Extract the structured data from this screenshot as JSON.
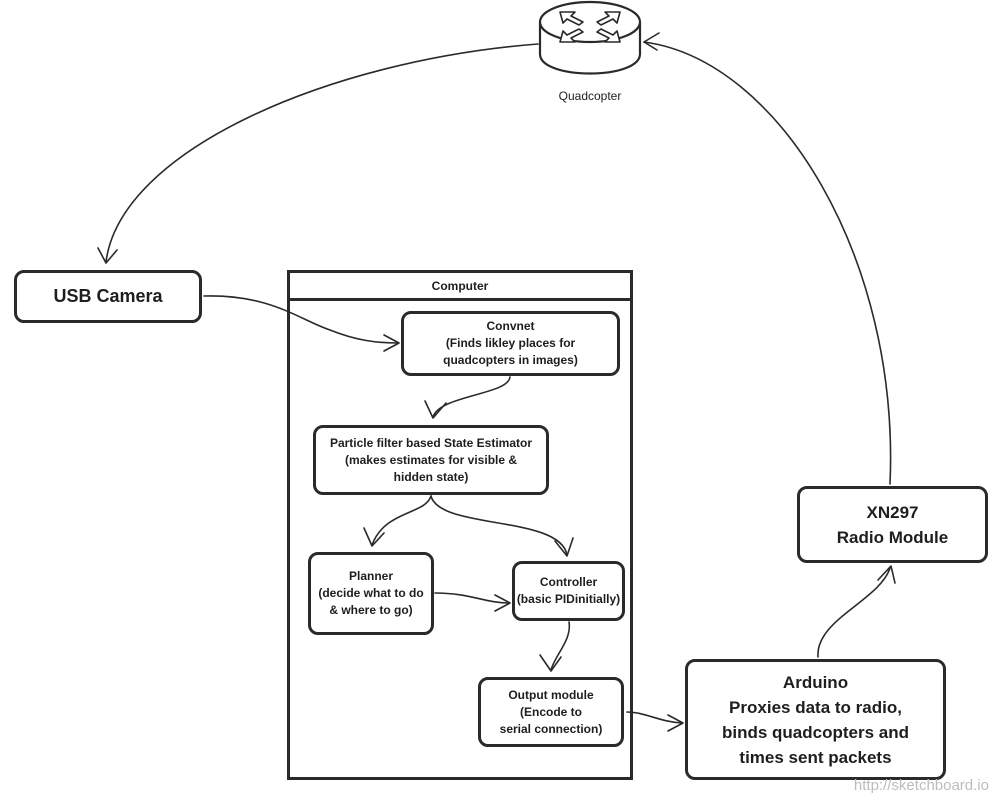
{
  "nodes": {
    "router": {
      "label": "Quadcopter"
    },
    "usb_camera": {
      "lines": [
        "USB Camera"
      ]
    },
    "computer": {
      "title": "Computer"
    },
    "convnet": {
      "lines": [
        "Convnet",
        "(Finds likley places for",
        "quadcopters in images)"
      ]
    },
    "particle_filter": {
      "lines": [
        "Particle filter based State Estimator",
        "(makes estimates for visible &",
        "hidden state)"
      ]
    },
    "planner": {
      "lines": [
        "Planner",
        "(decide what to do",
        "& where to go)"
      ]
    },
    "controller": {
      "lines": [
        "Controller",
        "(basic PIDinitially)"
      ]
    },
    "output_module": {
      "lines": [
        "Output module",
        "(Encode to",
        "serial connection)"
      ]
    },
    "arduino": {
      "lines": [
        "Arduino",
        "Proxies data to radio,",
        "binds quadcopters and",
        "times sent packets"
      ]
    },
    "radio": {
      "lines": [
        "XN297",
        "Radio Module"
      ]
    }
  },
  "edges": [
    {
      "from": "router",
      "to": "usb_camera"
    },
    {
      "from": "usb_camera",
      "to": "convnet"
    },
    {
      "from": "convnet",
      "to": "particle_filter"
    },
    {
      "from": "particle_filter",
      "to": "planner"
    },
    {
      "from": "particle_filter",
      "to": "controller"
    },
    {
      "from": "planner",
      "to": "controller"
    },
    {
      "from": "controller",
      "to": "output_module"
    },
    {
      "from": "output_module",
      "to": "arduino"
    },
    {
      "from": "arduino",
      "to": "radio"
    },
    {
      "from": "radio",
      "to": "router"
    }
  ],
  "watermark": "http://sketchboard.io",
  "colors": {
    "stroke": "#2a2a2a",
    "background": "#ffffff",
    "watermark": "#bdbdbd"
  }
}
